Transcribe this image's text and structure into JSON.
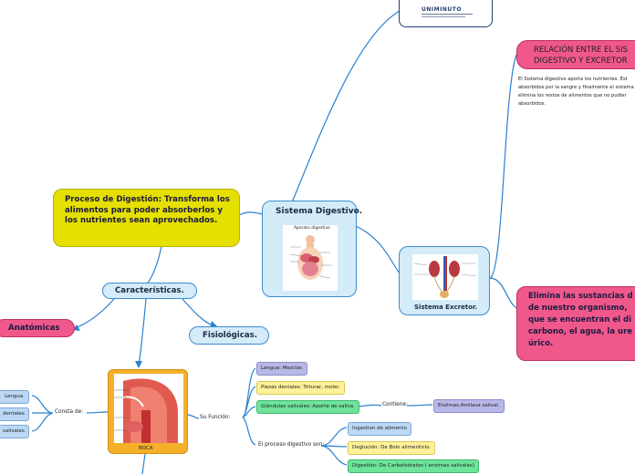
{
  "colors": {
    "line": "#2a80d0",
    "yellow": "#e5e000",
    "pink": "#f0588c",
    "light_blue": "#d4ebf8",
    "lavender": "#b8b8e8",
    "pale_yellow": "#fff19a",
    "green": "#6ee39a",
    "chip_blue": "#bcd8f4",
    "orange_box": "#f5b02a"
  },
  "topcard": {
    "logo_text": "UNIMINUTO"
  },
  "central": {
    "title": "Sistema Digestivo.",
    "image_title": "Aparato digestivo"
  },
  "proceso": {
    "text": "Proceso de Digestión: Transforma los alimentos para poder absorberlos y los nutrientes sean aprovechados."
  },
  "caracteristicas": {
    "label": "Características."
  },
  "anatomicas": {
    "label": "Anatómicas"
  },
  "fisiologicas": {
    "label": "Fisiológicas."
  },
  "boca": {
    "caption": "BOCA",
    "consta_label": "Consta de:",
    "consta_items": [
      "Lengua.",
      "dentales.",
      "salivales."
    ],
    "funcion_label": "Su Función:",
    "funciones": [
      "Lengua: Mezclar.",
      "Piezas dentales: Triturar, moler.",
      "Glándulas salivales: Aporte de saliva."
    ],
    "contiene_label": "Contiene:",
    "enzimas": "Enzimas:Amilasa salival.",
    "proceso_label": "El proceso digestivo son:",
    "pasos": [
      "Ingestion de alimento",
      "Deglución: De Bolo alimenticio.",
      "Digestión: De Carbohidratos ( enzimas salivales)"
    ]
  },
  "relacion": {
    "title": "RELACIÓN ENTRE EL SISTEMA DIGESTIVO Y EXCRETOR.",
    "title_line1": "RELACIÓN ENTRE EL SIS",
    "title_line2": "DIGESTIVO Y EXCRETOR",
    "desc_lines": [
      "El Sistema digestivo aporta los nutrientes. Est",
      "absorbidos por la sangre y finalmente el sistema",
      "elimina los restos de alimentos que no pudier",
      "absorbidos."
    ]
  },
  "excretor": {
    "title": "Sistema Excretor."
  },
  "elimina": {
    "lines": [
      "Elimina las sustancias d",
      "de nuestro organismo,",
      "que se encuentran el di",
      "carbono, el agua, la ure",
      "úrico."
    ]
  }
}
